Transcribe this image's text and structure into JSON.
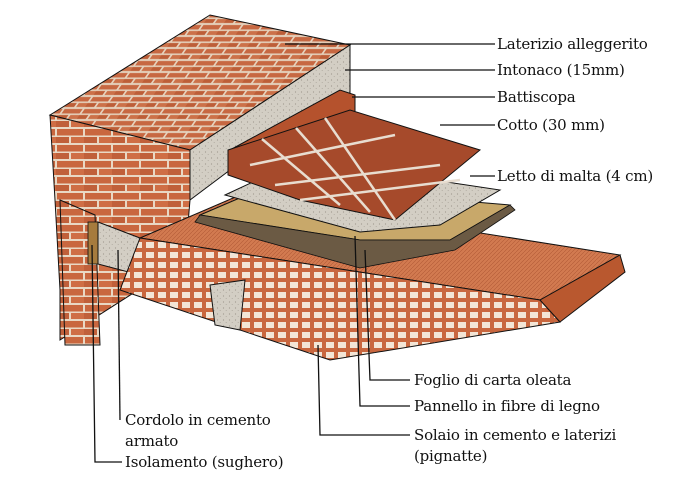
{
  "labels": {
    "laterizio": "Laterizio alleggerito",
    "intonaco": "Intonaco (15mm)",
    "battiscopa": "Battiscopa",
    "cotto": "Cotto (30 mm)",
    "letto": "Letto di malta (4 cm)",
    "foglio": "Foglio di carta oleata",
    "pannello": "Pannello in fibre di legno",
    "solaio_1": "Solaio in cemento e laterizi",
    "solaio_2": "(pignatte)",
    "cordolo_1": "Cordolo in cemento",
    "cordolo_2": "armato",
    "isolamento": "Isolamento (sughero)"
  },
  "colors": {
    "brick": "#c9673f",
    "brick_dark": "#8e3f22",
    "mortar": "#e8d9c8",
    "plaster": "#cfcac0",
    "tile": "#a64a2b",
    "screed": "#e2ddd2",
    "fibreboard": "#c8a86a",
    "oiled_paper": "#6b5a44",
    "slab": "#d27a50",
    "line": "#111111"
  }
}
